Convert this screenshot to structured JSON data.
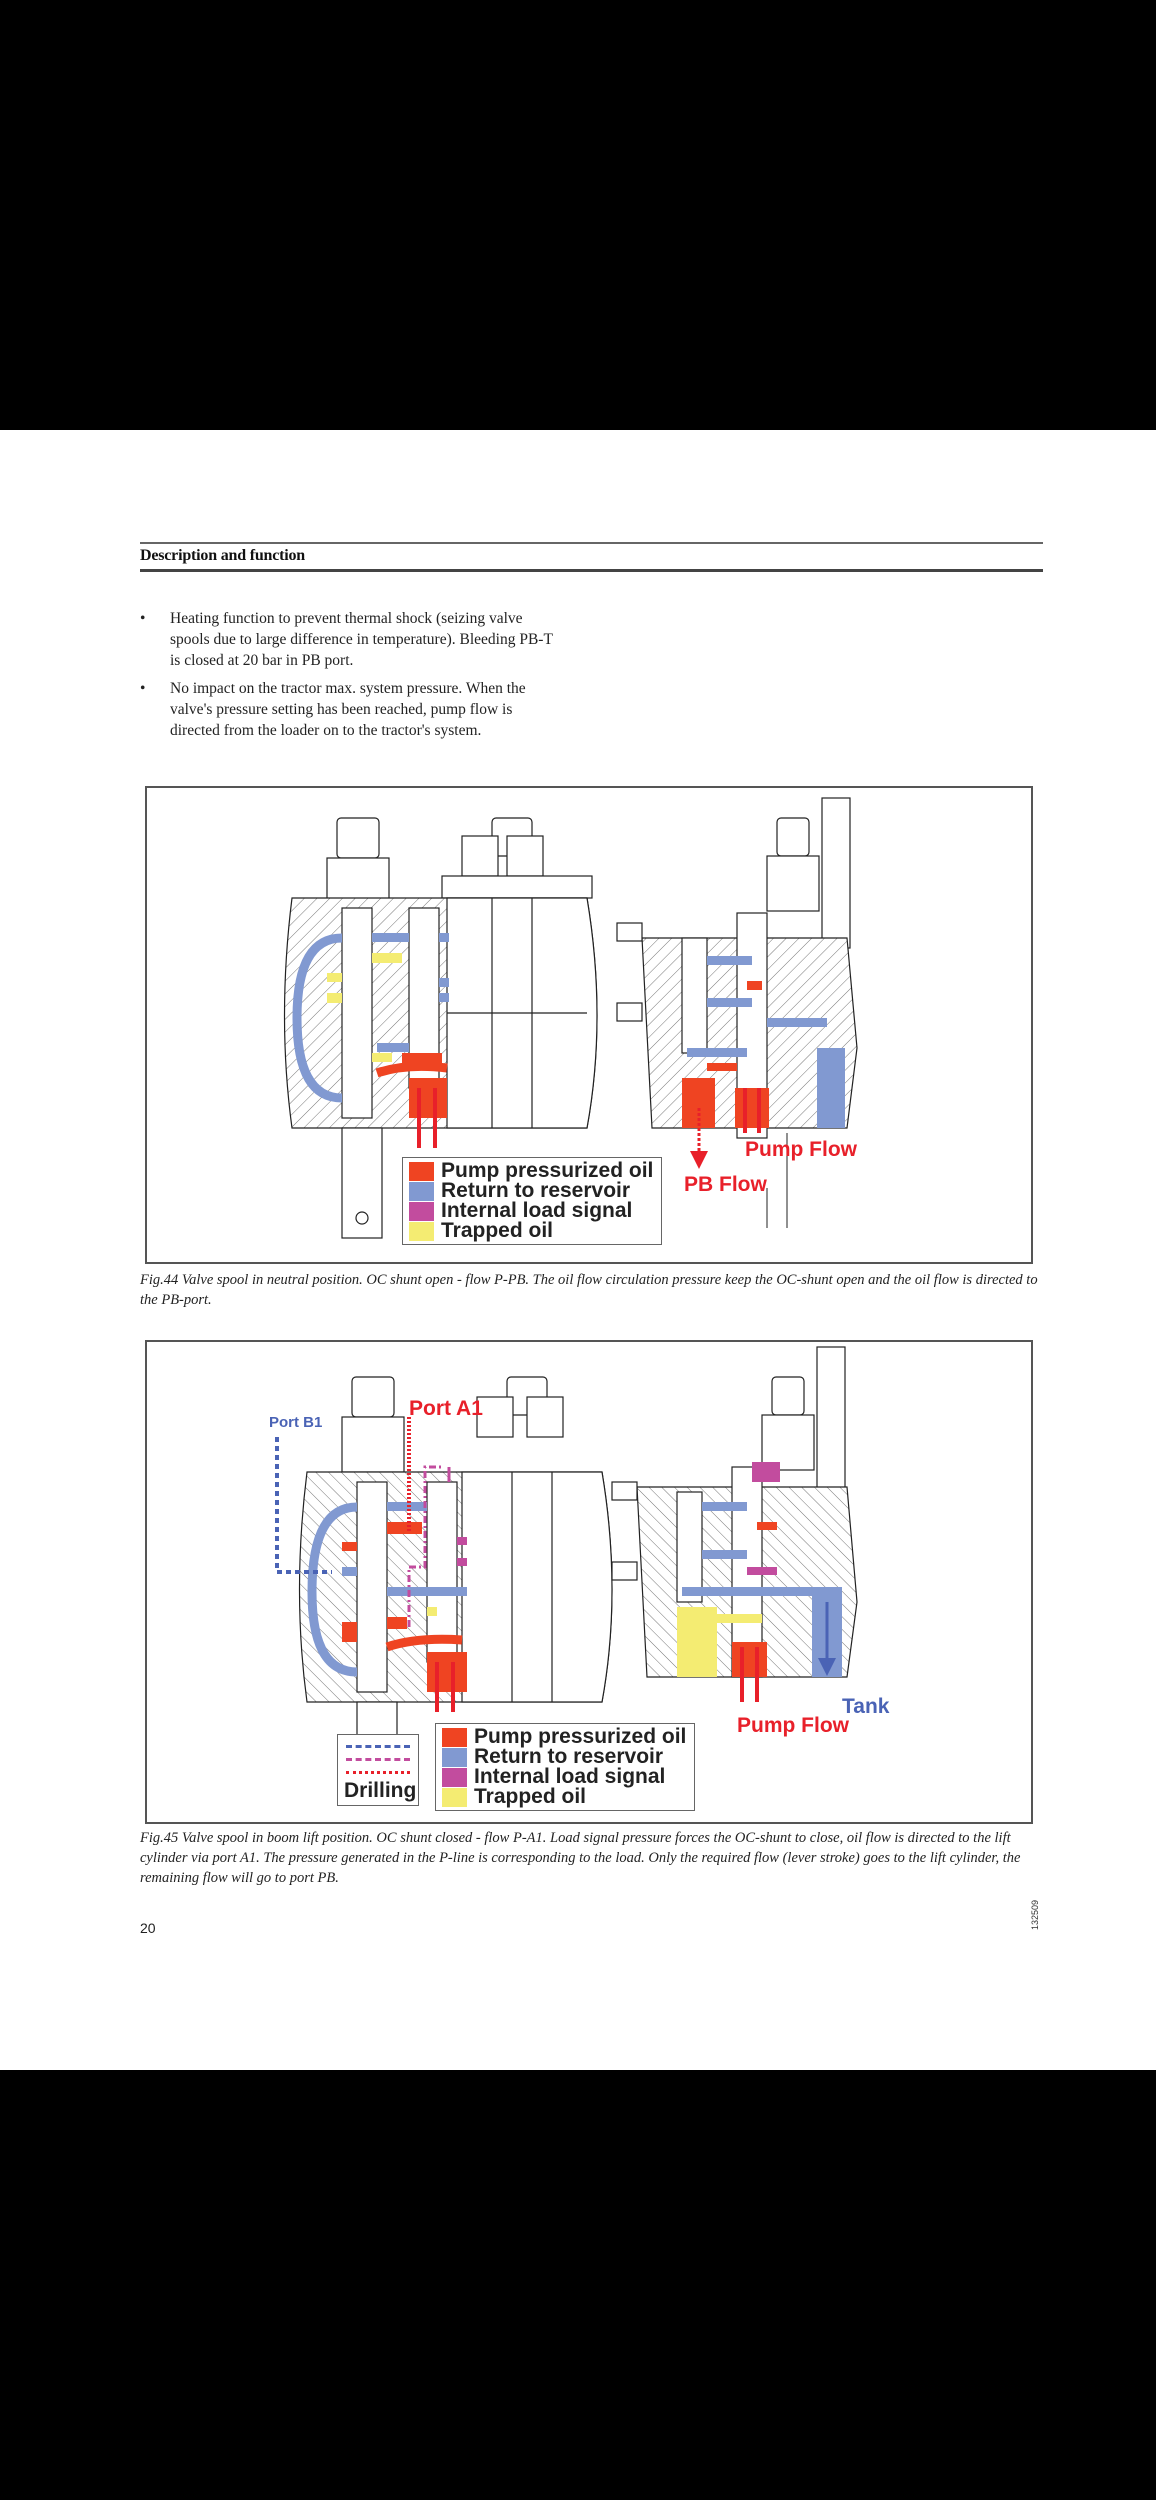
{
  "header": {
    "section_title": "Description and function"
  },
  "bullets": [
    {
      "marker": "•",
      "text": "Heating function to prevent thermal shock (seizing valve spools due to large difference in temperature). Bleeding PB-T is closed at 20 bar in PB port."
    },
    {
      "marker": "•",
      "text": "No impact on the tractor max. system pressure. When the valve's pressure setting has been reached, pump flow is directed from the loader on to the tractor's system."
    }
  ],
  "legend": {
    "items": [
      {
        "label": "Pump pressurized oil",
        "color": "#ef4422"
      },
      {
        "label": "Return to reservoir",
        "color": "#8199d1"
      },
      {
        "label": "Internal load signal",
        "color": "#c24c9e"
      },
      {
        "label": "Trapped oil",
        "color": "#f4ec72"
      }
    ]
  },
  "figures": [
    {
      "labels": {
        "pump_flow": "Pump Flow",
        "pb_flow": "PB Flow"
      },
      "caption": "Fig.44  Valve spool in neutral position. OC shunt open - flow P-PB. The oil flow circulation pressure keep the OC-shunt open and the oil flow is directed to the PB-port."
    },
    {
      "labels": {
        "port_b1": "Port B1",
        "port_a1": "Port A1",
        "tank": "Tank",
        "pump_flow": "Pump Flow"
      },
      "drilling": {
        "label": "Drilling",
        "lines": [
          {
            "color": "#4a63b5",
            "style": "dashed"
          },
          {
            "color": "#c24c9e",
            "style": "dash-dot"
          },
          {
            "color": "#e8202a",
            "style": "dotted"
          }
        ]
      },
      "caption": "Fig.45  Valve spool in boom lift position. OC shunt closed - flow P-A1. Load signal pressure forces the OC-shunt to close, oil flow is directed to the lift cylinder via port A1. The pressure generated in the P-line is corresponding to the load. Only the required flow (lever stroke) goes to the lift cylinder, the remaining flow will go to port PB."
    }
  ],
  "footer": {
    "page_number": "20",
    "doc_code": "132509"
  }
}
